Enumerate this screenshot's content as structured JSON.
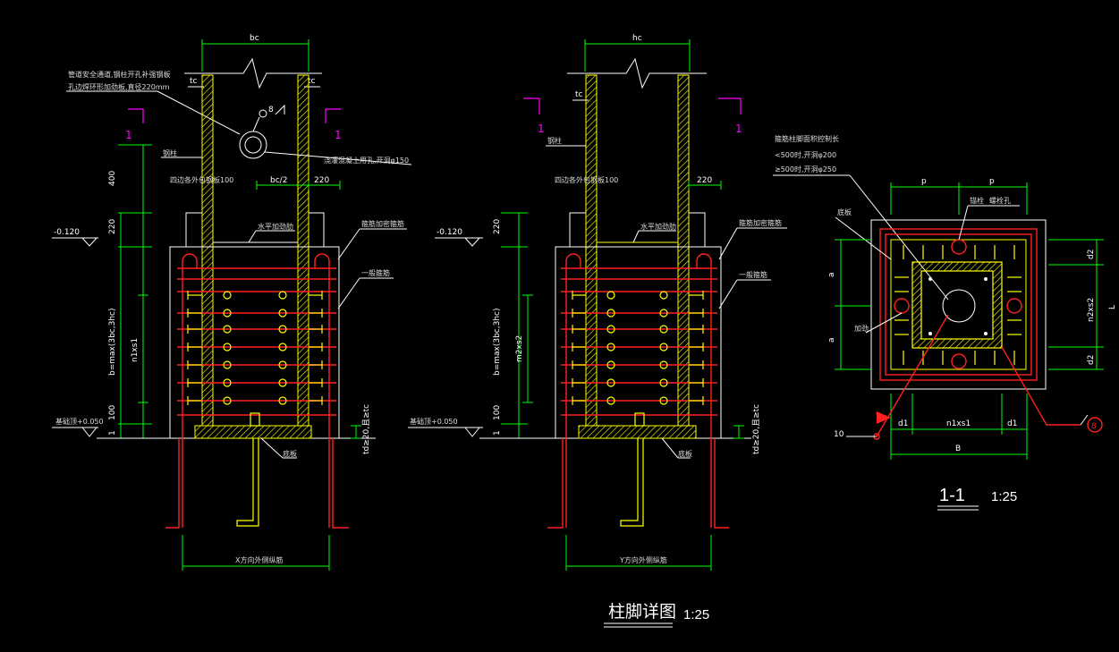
{
  "colors": {
    "background": "#000000",
    "dimension": "#00ff00",
    "rebar": "#ff2020",
    "steel": "#ffff00",
    "section_mark": "#ff00ff",
    "text": "#ffffff"
  },
  "left_view": {
    "top_dim": "bc",
    "tc_left": "tc",
    "tc_right": "tc",
    "note_top_line1": "管道安全通道,钢柱开孔补强钢板",
    "note_top_line2": "孔边焊环形加劲板,直径220mm",
    "section_mark_left": "1",
    "section_mark_right": "1",
    "steel_column_label": "钢柱",
    "hole_num": "8",
    "grout_hole_note": "浇灌混凝土用孔,开洞φ150",
    "stud_label": "四边各外包钢板100",
    "dim_bc2": "bc/2",
    "dim_220": "220",
    "dim_400": "400",
    "dim_220v": "220",
    "dim_b": "b=max(3bc,3hc)",
    "dim_n1": "n1xs1",
    "dim_100": "100",
    "dim_1": "1",
    "elev_top": "-0.120",
    "elev_bottom": "基础顶+0.050",
    "label_stiff": "水平加劲肋",
    "label_rebar": "箍筋加密箍筋",
    "label_stirrup": "一般箍筋",
    "dim_td": "td≥20,且≥tc",
    "base_plate": "底板",
    "bottom_dim": "X方向外侧纵筋"
  },
  "right_view": {
    "top_dim": "hc",
    "tc_left": "tc",
    "section_mark_left": "1",
    "section_mark_right": "1",
    "steel_column_label": "钢柱",
    "stud_label": "四边各外包钢板100",
    "dim_220": "220",
    "dim_220v": "220",
    "dim_b": "b=max(3bc,3hc)",
    "dim_m2": "m2xs2",
    "dim_100": "100",
    "dim_1": "1",
    "elev_top": "-0.120",
    "elev_bottom": "基础顶+0.050",
    "label_stiff": "水平加劲肋",
    "label_rebar": "箍筋加密箍筋",
    "label_stirrup": "一般箍筋",
    "dim_td": "td≥20,且≥tc",
    "base_plate": "底板",
    "bottom_dim": "Y方向外侧纵筋"
  },
  "section_view": {
    "note_line1": "箍筋柱脚面积控制长",
    "note_line2": "<500时,开洞φ200",
    "note_line3": "≥500时,开洞φ250",
    "dim_p1": "p",
    "dim_p2": "p",
    "label_baseplate": "底板",
    "label_anchor": "锚栓",
    "label_hole": "螺栓孔",
    "label_rib": "加劲",
    "dim_a1": "a",
    "dim_a2": "a",
    "dim_d2a": "d2",
    "dim_n2": "n2xs2",
    "dim_d2b": "d2",
    "dim_L": "L",
    "dim_d1a": "d1",
    "dim_n1": "n1xs1",
    "dim_d1b": "d1",
    "dim_B": "B",
    "mark_10": "10",
    "mark_8": "8",
    "section_title": "1-1",
    "section_scale": "1:25"
  },
  "drawing_title": "柱脚详图",
  "drawing_scale": "1:25"
}
